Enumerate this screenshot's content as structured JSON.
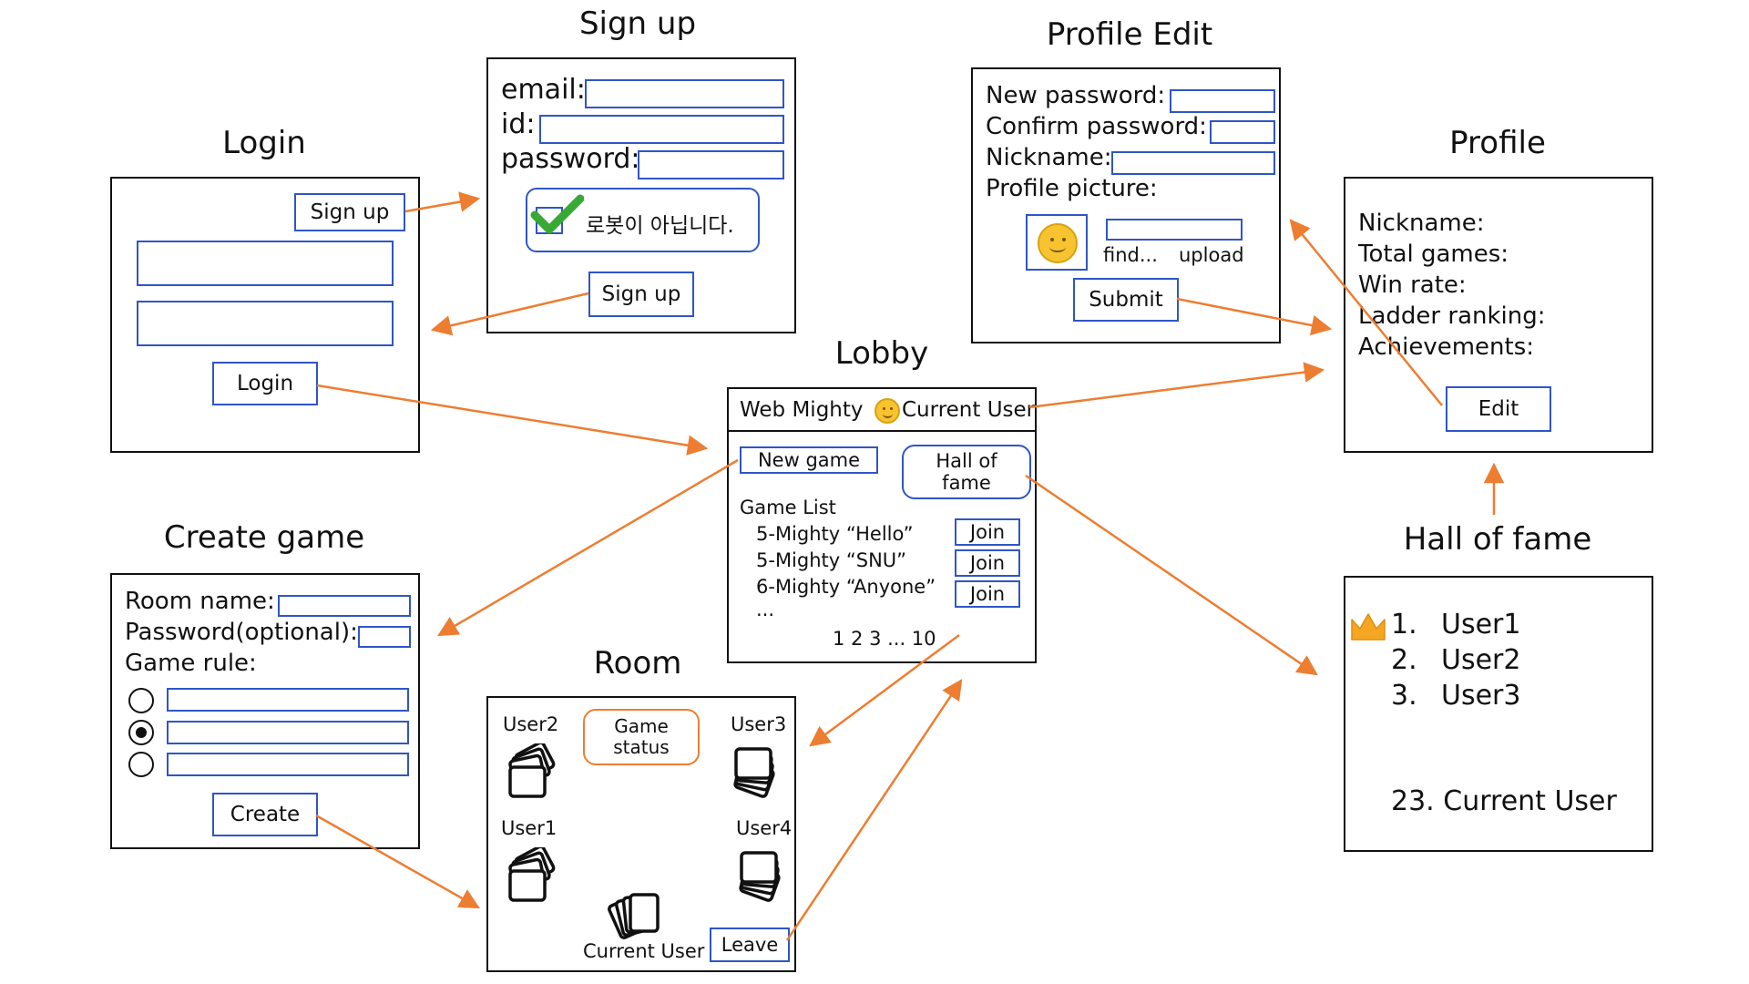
{
  "colors": {
    "arrow": "#ed7d31",
    "field_border": "#2f55c8",
    "crown": "#f5a623"
  },
  "login": {
    "title": "Login",
    "signup_button": "Sign up",
    "login_button": "Login"
  },
  "signup": {
    "title": "Sign up",
    "email_label": "email:",
    "id_label": "id:",
    "password_label": "password:",
    "captcha_text": "로봇이 아닙니다.",
    "signup_button": "Sign up"
  },
  "profile_edit": {
    "title": "Profile Edit",
    "new_password_label": "New password:",
    "confirm_password_label": "Confirm password:",
    "nickname_label": "Nickname:",
    "picture_label": "Profile picture:",
    "find_label": "find...",
    "upload_label": "upload",
    "submit_button": "Submit"
  },
  "profile": {
    "title": "Profile",
    "nickname_label": "Nickname:",
    "total_games_label": "Total games:",
    "win_rate_label": "Win rate:",
    "ladder_label": "Ladder ranking:",
    "achievements_label": "Achievements:",
    "edit_button": "Edit"
  },
  "lobby": {
    "title": "Lobby",
    "app_name": "Web Mighty",
    "current_user": "Current User",
    "new_game_button": "New game",
    "hall_of_fame_button": "Hall of fame",
    "game_list_label": "Game List",
    "games": [
      {
        "name": "5-Mighty “Hello”",
        "join": "Join"
      },
      {
        "name": "5-Mighty “SNU”",
        "join": "Join"
      },
      {
        "name": "6-Mighty “Anyone”",
        "join": "Join"
      }
    ],
    "more": "...",
    "pagination": "1 2 3 ... 10"
  },
  "create_game": {
    "title": "Create game",
    "room_name_label": "Room name:",
    "password_label": "Password(optional):",
    "game_rule_label": "Game rule:",
    "create_button": "Create"
  },
  "room": {
    "title": "Room",
    "users": {
      "user1": "User1",
      "user2": "User2",
      "user3": "User3",
      "user4": "User4",
      "current": "Current User"
    },
    "game_status_button": "Game status",
    "leave_button": "Leave"
  },
  "hall_of_fame": {
    "title": "Hall of fame",
    "entries": [
      {
        "rank": "1.",
        "name": "User1"
      },
      {
        "rank": "2.",
        "name": "User2"
      },
      {
        "rank": "3.",
        "name": "User3"
      }
    ],
    "current_entry": "23. Current User"
  }
}
